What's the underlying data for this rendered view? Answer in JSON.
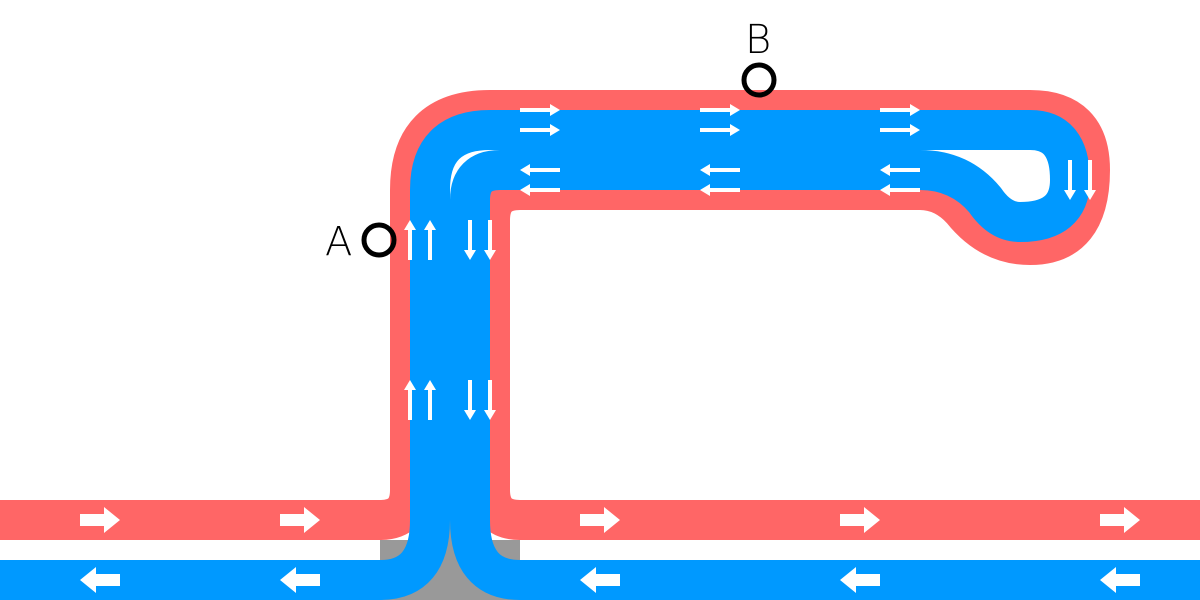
{
  "labels": {
    "point_a": "A",
    "point_b": "B"
  },
  "colors": {
    "red_track": "#FF6666",
    "blue_track": "#0099FF",
    "junction_fill": "#999999",
    "arrow": "#FFFFFF",
    "marker_ring": "#000000",
    "background": "#FFFFFF"
  },
  "markers": [
    {
      "name": "point-a",
      "label": "A"
    },
    {
      "name": "point-b",
      "label": "B"
    }
  ],
  "arrow_icon": "arrow-icon"
}
